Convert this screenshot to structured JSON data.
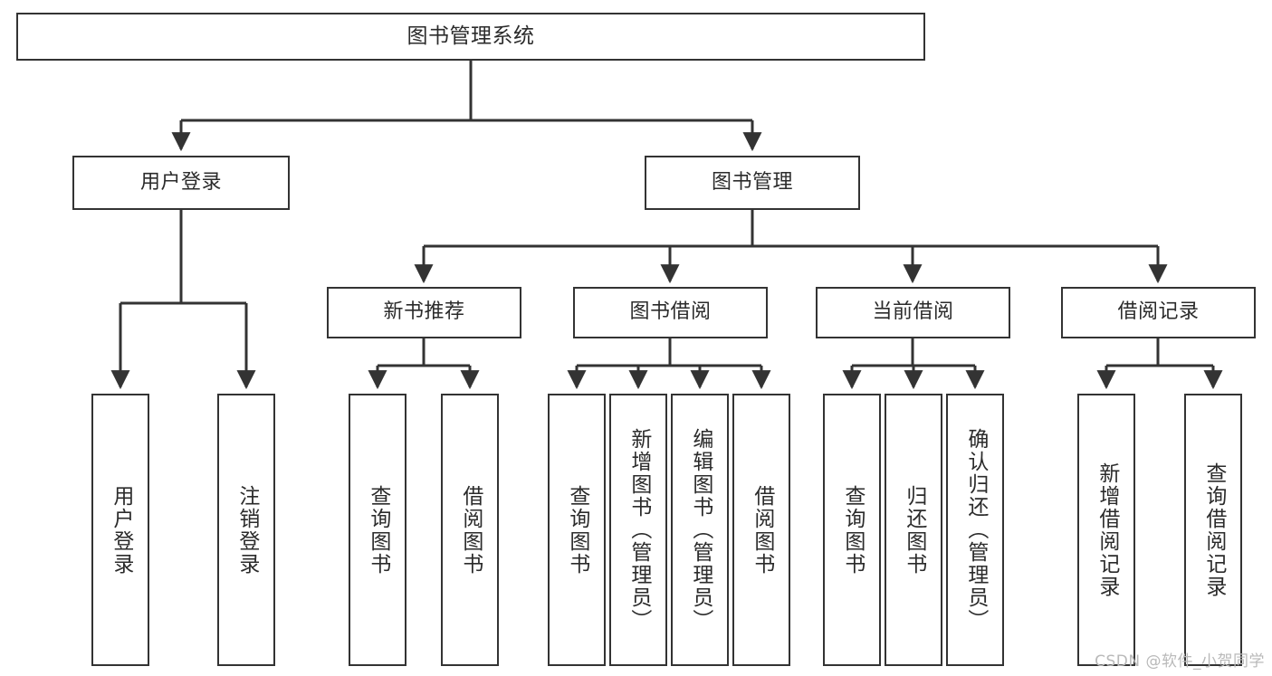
{
  "diagram": {
    "title": "图书管理系统",
    "watermark": "CSDN @软件_小贺同学",
    "line_color": "#333333",
    "box_border_color": "#333333",
    "box_fill_color": "#ffffff",
    "text_color": "#2b2b2b",
    "background_color": "#ffffff",
    "type": "tree",
    "orientation": "top-down"
  },
  "nodes": {
    "root": {
      "label": "图书管理系统",
      "level": 0
    },
    "level1": [
      {
        "id": "user-login",
        "label": "用户登录"
      },
      {
        "id": "book-management",
        "label": "图书管理"
      }
    ],
    "level2": [
      {
        "id": "new-book-recommend",
        "label": "新书推荐",
        "parent": "book-management"
      },
      {
        "id": "book-borrow",
        "label": "图书借阅",
        "parent": "book-management"
      },
      {
        "id": "current-borrow",
        "label": "当前借阅",
        "parent": "book-management"
      },
      {
        "id": "borrow-record",
        "label": "借阅记录",
        "parent": "book-management"
      }
    ],
    "leaves": [
      {
        "id": "leaf-user-login",
        "label": "用户登录",
        "parent": "user-login"
      },
      {
        "id": "leaf-logout",
        "label": "注销登录",
        "parent": "user-login"
      },
      {
        "id": "leaf-query-book-1",
        "label": "查询图书",
        "parent": "new-book-recommend"
      },
      {
        "id": "leaf-borrow-book-1",
        "label": "借阅图书",
        "parent": "new-book-recommend"
      },
      {
        "id": "leaf-query-book-2",
        "label": "查询图书",
        "parent": "book-borrow"
      },
      {
        "id": "leaf-add-book",
        "label": "新增图书（管理员）",
        "parent": "book-borrow"
      },
      {
        "id": "leaf-edit-book",
        "label": "编辑图书（管理员）",
        "parent": "book-borrow"
      },
      {
        "id": "leaf-borrow-book-2",
        "label": "借阅图书",
        "parent": "book-borrow"
      },
      {
        "id": "leaf-query-book-3",
        "label": "查询图书",
        "parent": "current-borrow"
      },
      {
        "id": "leaf-return-book",
        "label": "归还图书",
        "parent": "current-borrow"
      },
      {
        "id": "leaf-confirm-return",
        "label": "确认归还（管理员）",
        "parent": "current-borrow"
      },
      {
        "id": "leaf-add-record",
        "label": "新增借阅记录",
        "parent": "borrow-record"
      },
      {
        "id": "leaf-query-record",
        "label": "查询借阅记录",
        "parent": "borrow-record"
      }
    ]
  }
}
